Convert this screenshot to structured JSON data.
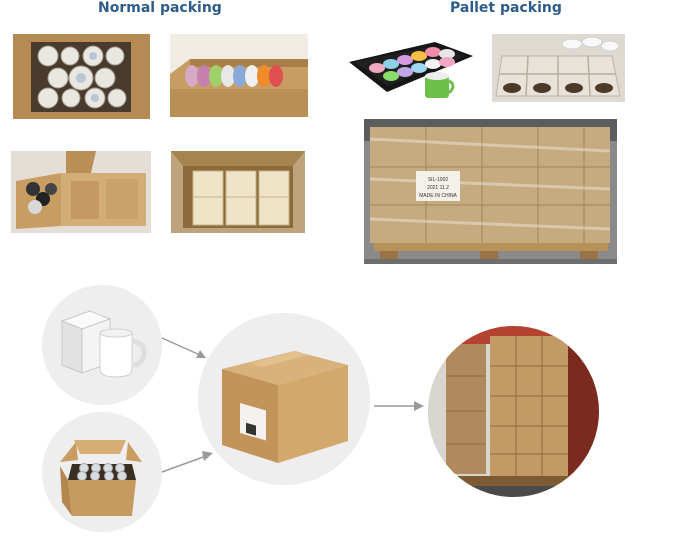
{
  "headings": {
    "normal": "Normal packing",
    "pallet": "Pallet packing"
  },
  "pallet_label": {
    "line1": "SIL-1002",
    "line2": "2021 11.2",
    "line3": "MADE IN CHINA"
  },
  "colors": {
    "heading": "#2e5c8a",
    "cardboard": "#c9a26b",
    "cardboard_dark": "#a97f48",
    "arrow": "#9a9a9a",
    "circle_bg": "#eeeeee"
  },
  "icons": {
    "arrow_1": "arrow-right-down-icon",
    "arrow_2": "arrow-right-up-icon",
    "arrow_3": "arrow-right-icon"
  }
}
